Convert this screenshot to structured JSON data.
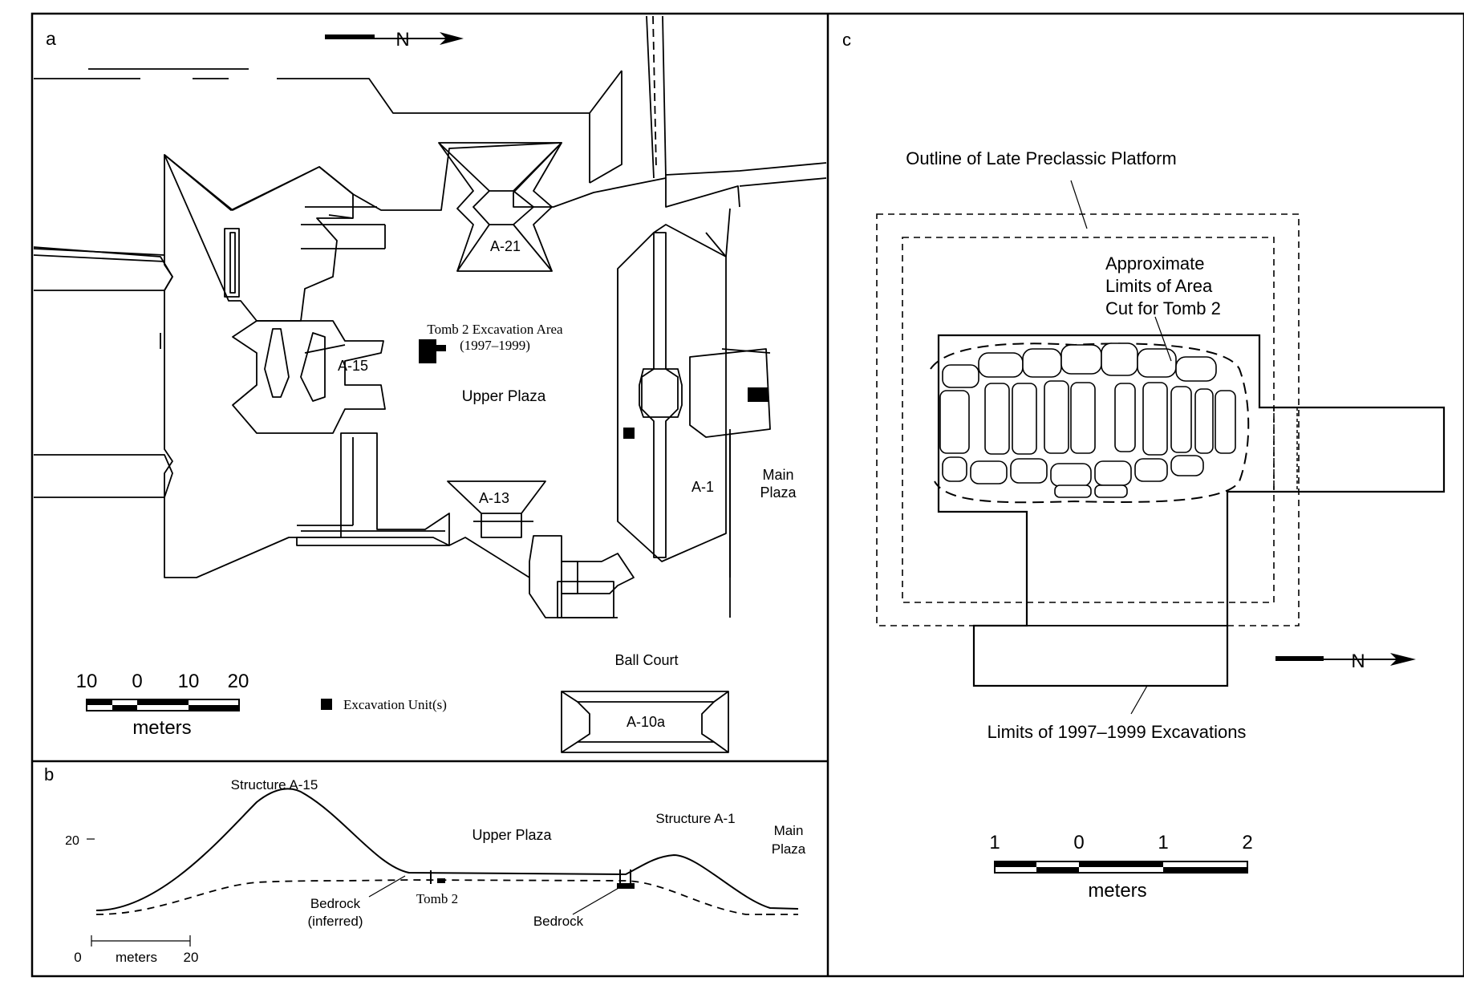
{
  "panel_a": {
    "label": "a",
    "north": "N",
    "structures": {
      "a21": "A-21",
      "a15": "A-15",
      "a13": "A-13",
      "a1": "A-1",
      "a10a": "A-10a"
    },
    "upper_plaza": "Upper Plaza",
    "main_plaza_1": "Main",
    "main_plaza_2": "Plaza",
    "ball_court": "Ball Court",
    "tomb_area_1": "Tomb 2 Excavation Area",
    "tomb_area_2": "(1997–1999)",
    "legend_units": "Excavation Unit(s)",
    "scale_ticks": [
      "10",
      "0",
      "10",
      "20"
    ],
    "scale_unit": "meters"
  },
  "panel_b": {
    "label": "b",
    "structure_a15": "Structure A-15",
    "upper_plaza": "Upper Plaza",
    "structure_a1": "Structure A-1",
    "main_plaza_1": "Main",
    "main_plaza_2": "Plaza",
    "elev": "20",
    "bedrock_inferred_1": "Bedrock",
    "bedrock_inferred_2": "(inferred)",
    "tomb2": "Tomb 2",
    "bedrock": "Bedrock",
    "scale_start": "0",
    "scale_unit": "meters",
    "scale_end": "20"
  },
  "panel_c": {
    "label": "c",
    "outline_label": "Outline of Late Preclassic Platform",
    "approx_1": "Approximate",
    "approx_2": "Limits of Area",
    "approx_3": "Cut for Tomb 2",
    "limits_label": "Limits of 1997–1999 Excavations",
    "north": "N",
    "scale_ticks": [
      "1",
      "0",
      "1",
      "2"
    ],
    "scale_unit": "meters"
  }
}
